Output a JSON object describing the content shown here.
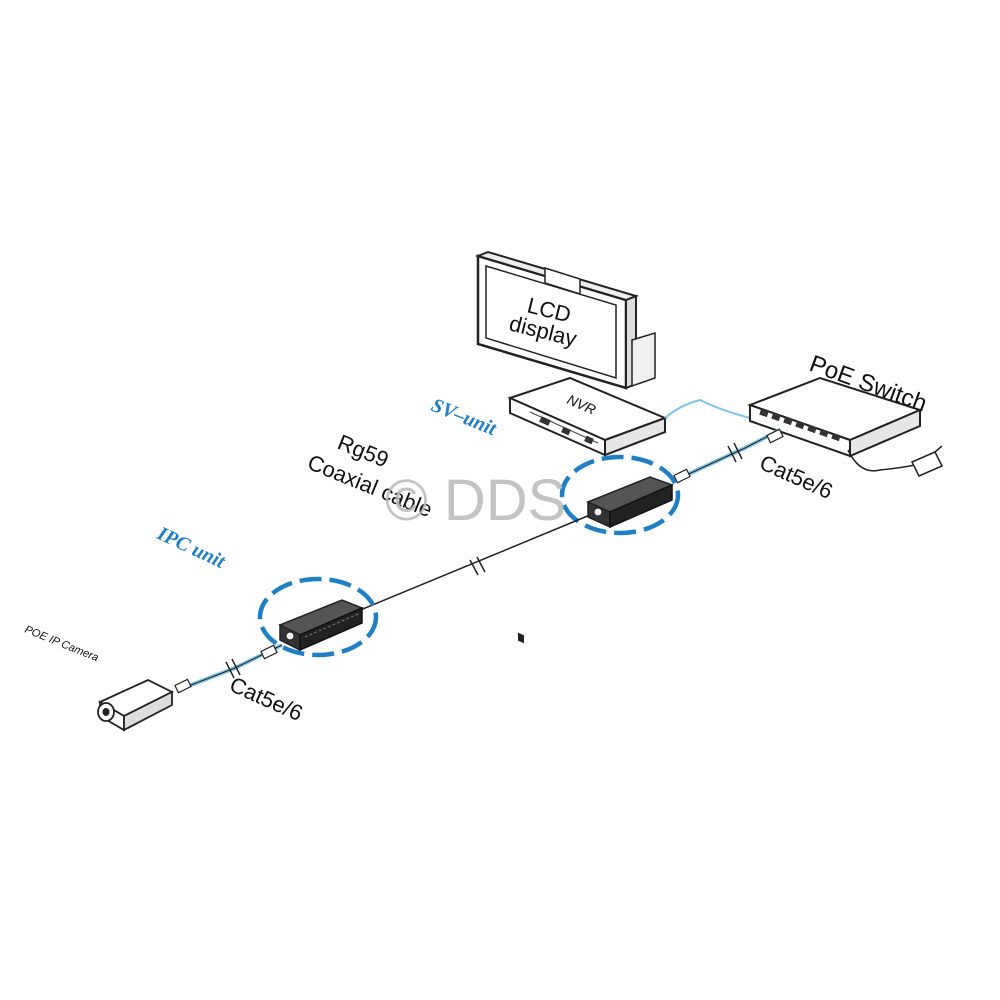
{
  "labels": {
    "lcd_line1": "LCD",
    "lcd_line2": "display",
    "nvr": "NVR",
    "poe_switch": "PoE Switch",
    "sv_unit": "SV–unit",
    "ipc_unit": "IPC unit",
    "coax_line1": "Rg59",
    "coax_line2": "Coaxial cable",
    "cat_right": "Cat5e/6",
    "cat_left": "Cat5e/6",
    "camera": "POE IP Camera",
    "watermark": "© DDS"
  },
  "colors": {
    "accent_blue": "#1f7fc4",
    "cable_blue": "#7ec3e6",
    "line": "#222222",
    "device_dark": "#2a2a2a",
    "device_light": "#f4f4f4",
    "watermark": "#b9b9b9"
  },
  "icons": {
    "lcd": "monitor-icon",
    "nvr": "nvr-recorder-icon",
    "switch": "network-switch-icon",
    "sv": "sv-unit-device-icon",
    "ipc": "ipc-unit-device-icon",
    "camera": "ip-camera-icon",
    "power": "power-adapter-icon"
  }
}
